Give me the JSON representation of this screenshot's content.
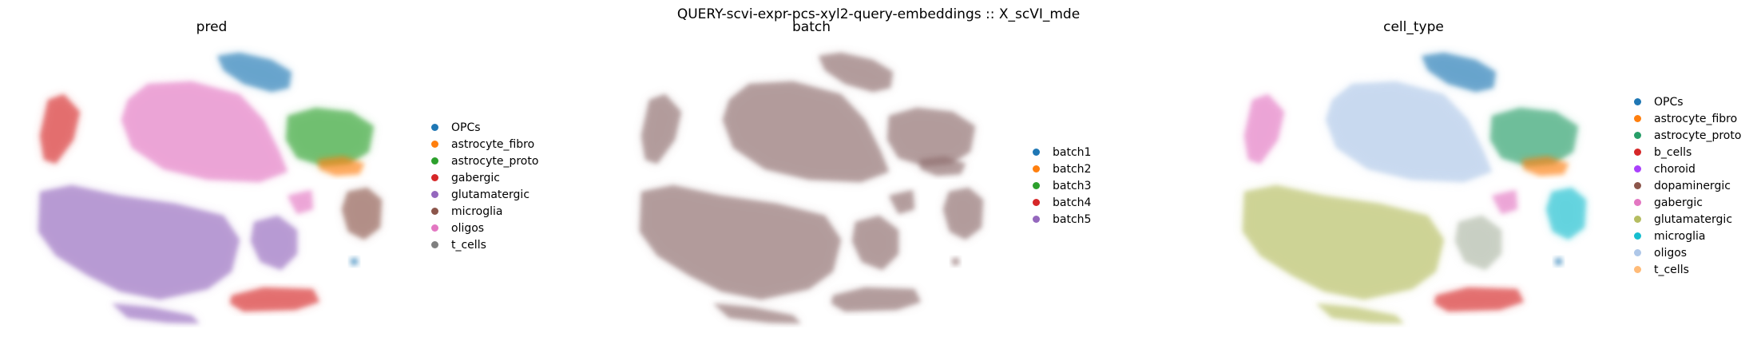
{
  "figure": {
    "suptitle": "QUERY-scvi-expr-pcs-xyl2-query-embeddings :: X_scVI_mde"
  },
  "chart_data": [
    {
      "type": "scatter",
      "title": "pred",
      "xlabel": "",
      "ylabel": "",
      "grid": false,
      "axes_visible": false,
      "legend_placement": "right",
      "series": [
        {
          "name": "OPCs",
          "color": "#1f77b4"
        },
        {
          "name": "astrocyte_fibro",
          "color": "#ff7f0e"
        },
        {
          "name": "astrocyte_proto",
          "color": "#2ca02c"
        },
        {
          "name": "gabergic",
          "color": "#d62728"
        },
        {
          "name": "glutamatergic",
          "color": "#9467bd"
        },
        {
          "name": "microglia",
          "color": "#8c564b"
        },
        {
          "name": "oligos",
          "color": "#e377c2"
        },
        {
          "name": "t_cells",
          "color": "#7f7f7f"
        }
      ]
    },
    {
      "type": "scatter",
      "title": "batch",
      "xlabel": "",
      "ylabel": "",
      "grid": false,
      "axes_visible": false,
      "legend_placement": "right",
      "series": [
        {
          "name": "batch1",
          "color": "#1f77b4"
        },
        {
          "name": "batch2",
          "color": "#ff7f0e"
        },
        {
          "name": "batch3",
          "color": "#2ca02c"
        },
        {
          "name": "batch4",
          "color": "#d62728"
        },
        {
          "name": "batch5",
          "color": "#9467bd"
        }
      ]
    },
    {
      "type": "scatter",
      "title": "cell_type",
      "xlabel": "",
      "ylabel": "",
      "grid": false,
      "axes_visible": false,
      "legend_placement": "right",
      "series": [
        {
          "name": "OPCs",
          "color": "#1f77b4"
        },
        {
          "name": "astrocyte_fibro",
          "color": "#ff7f0e"
        },
        {
          "name": "astrocyte_proto",
          "color": "#279e68"
        },
        {
          "name": "b_cells",
          "color": "#d62728"
        },
        {
          "name": "choroid",
          "color": "#aa40fc"
        },
        {
          "name": "dopaminergic",
          "color": "#8c564b"
        },
        {
          "name": "gabergic",
          "color": "#e377c2"
        },
        {
          "name": "glutamatergic",
          "color": "#b5bd61"
        },
        {
          "name": "microglia",
          "color": "#17becf"
        },
        {
          "name": "oligos",
          "color": "#aec7e8"
        },
        {
          "name": "t_cells",
          "color": "#ffbb78"
        }
      ]
    }
  ]
}
